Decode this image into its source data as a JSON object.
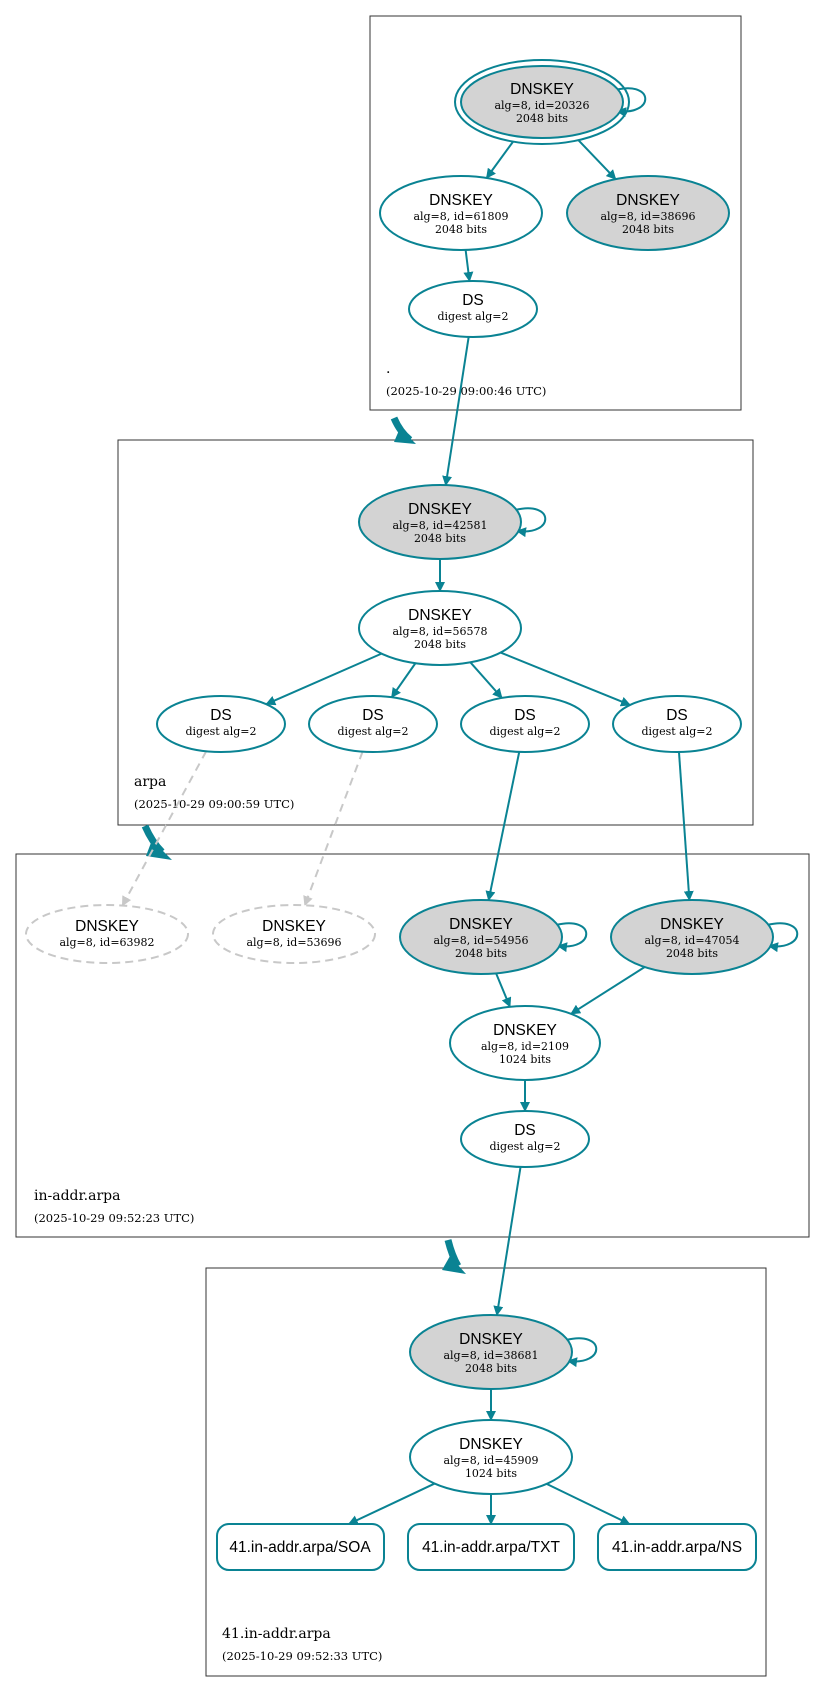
{
  "colors": {
    "accent": "#0a8393",
    "signed_fill": "#d3d3d3",
    "node_fill": "#ffffff",
    "missing": "#c8c8c8",
    "zone_border": "#333333"
  },
  "zones": [
    {
      "id": "root",
      "name": ".",
      "timestamp": "(2025-10-29 09:00:46 UTC)"
    },
    {
      "id": "arpa",
      "name": "arpa",
      "timestamp": "(2025-10-29 09:00:59 UTC)"
    },
    {
      "id": "in-addr",
      "name": "in-addr.arpa",
      "timestamp": "(2025-10-29 09:52:23 UTC)"
    },
    {
      "id": "41",
      "name": "41.in-addr.arpa",
      "timestamp": "(2025-10-29 09:52:33 UTC)"
    }
  ],
  "nodes": {
    "root_ksk": {
      "title": "DNSKEY",
      "line1": "alg=8, id=20326",
      "line2": "2048 bits",
      "fill": "signed",
      "trust_anchor": true,
      "self_sig": true
    },
    "root_zsk": {
      "title": "DNSKEY",
      "line1": "alg=8, id=61809",
      "line2": "2048 bits",
      "fill": "plain"
    },
    "root_key3": {
      "title": "DNSKEY",
      "line1": "alg=8, id=38696",
      "line2": "2048 bits",
      "fill": "signed"
    },
    "root_ds": {
      "title": "DS",
      "line1": "digest alg=2",
      "fill": "plain"
    },
    "arpa_ksk": {
      "title": "DNSKEY",
      "line1": "alg=8, id=42581",
      "line2": "2048 bits",
      "fill": "signed",
      "self_sig": true
    },
    "arpa_zsk": {
      "title": "DNSKEY",
      "line1": "alg=8, id=56578",
      "line2": "2048 bits",
      "fill": "plain"
    },
    "arpa_ds1": {
      "title": "DS",
      "line1": "digest alg=2",
      "fill": "plain"
    },
    "arpa_ds2": {
      "title": "DS",
      "line1": "digest alg=2",
      "fill": "plain"
    },
    "arpa_ds3": {
      "title": "DS",
      "line1": "digest alg=2",
      "fill": "plain"
    },
    "arpa_ds4": {
      "title": "DS",
      "line1": "digest alg=2",
      "fill": "plain"
    },
    "ia_missing1": {
      "title": "DNSKEY",
      "line1": "alg=8, id=63982",
      "fill": "missing"
    },
    "ia_missing2": {
      "title": "DNSKEY",
      "line1": "alg=8, id=53696",
      "fill": "missing"
    },
    "ia_ksk1": {
      "title": "DNSKEY",
      "line1": "alg=8, id=54956",
      "line2": "2048 bits",
      "fill": "signed",
      "self_sig": true
    },
    "ia_ksk2": {
      "title": "DNSKEY",
      "line1": "alg=8, id=47054",
      "line2": "2048 bits",
      "fill": "signed",
      "self_sig": true
    },
    "ia_zsk": {
      "title": "DNSKEY",
      "line1": "alg=8, id=2109",
      "line2": "1024 bits",
      "fill": "plain"
    },
    "ia_ds": {
      "title": "DS",
      "line1": "digest alg=2",
      "fill": "plain"
    },
    "z41_ksk": {
      "title": "DNSKEY",
      "line1": "alg=8, id=38681",
      "line2": "2048 bits",
      "fill": "signed",
      "self_sig": true
    },
    "z41_zsk": {
      "title": "DNSKEY",
      "line1": "alg=8, id=45909",
      "line2": "1024 bits",
      "fill": "plain"
    }
  },
  "rrsets": [
    {
      "id": "rr_soa",
      "label": "41.in-addr.arpa/SOA"
    },
    {
      "id": "rr_txt",
      "label": "41.in-addr.arpa/TXT"
    },
    {
      "id": "rr_ns",
      "label": "41.in-addr.arpa/NS"
    }
  ],
  "edges": [
    {
      "from": "root_ksk",
      "to": "root_zsk",
      "style": "solid"
    },
    {
      "from": "root_ksk",
      "to": "root_key3",
      "style": "solid"
    },
    {
      "from": "root_zsk",
      "to": "root_ds",
      "style": "solid"
    },
    {
      "from": "root_ds",
      "to": "arpa_ksk",
      "style": "solid"
    },
    {
      "from": "arpa_ksk",
      "to": "arpa_zsk",
      "style": "solid"
    },
    {
      "from": "arpa_zsk",
      "to": "arpa_ds1",
      "style": "solid"
    },
    {
      "from": "arpa_zsk",
      "to": "arpa_ds2",
      "style": "solid"
    },
    {
      "from": "arpa_zsk",
      "to": "arpa_ds3",
      "style": "solid"
    },
    {
      "from": "arpa_zsk",
      "to": "arpa_ds4",
      "style": "solid"
    },
    {
      "from": "arpa_ds1",
      "to": "ia_missing1",
      "style": "dashed"
    },
    {
      "from": "arpa_ds2",
      "to": "ia_missing2",
      "style": "dashed"
    },
    {
      "from": "arpa_ds3",
      "to": "ia_ksk1",
      "style": "solid"
    },
    {
      "from": "arpa_ds4",
      "to": "ia_ksk2",
      "style": "solid"
    },
    {
      "from": "ia_ksk1",
      "to": "ia_zsk",
      "style": "solid"
    },
    {
      "from": "ia_ksk2",
      "to": "ia_zsk",
      "style": "solid"
    },
    {
      "from": "ia_zsk",
      "to": "ia_ds",
      "style": "solid"
    },
    {
      "from": "ia_ds",
      "to": "z41_ksk",
      "style": "solid"
    },
    {
      "from": "z41_ksk",
      "to": "z41_zsk",
      "style": "solid"
    },
    {
      "from": "z41_zsk",
      "to": "rr_soa",
      "style": "solid"
    },
    {
      "from": "z41_zsk",
      "to": "rr_txt",
      "style": "solid"
    },
    {
      "from": "z41_zsk",
      "to": "rr_ns",
      "style": "solid"
    }
  ]
}
